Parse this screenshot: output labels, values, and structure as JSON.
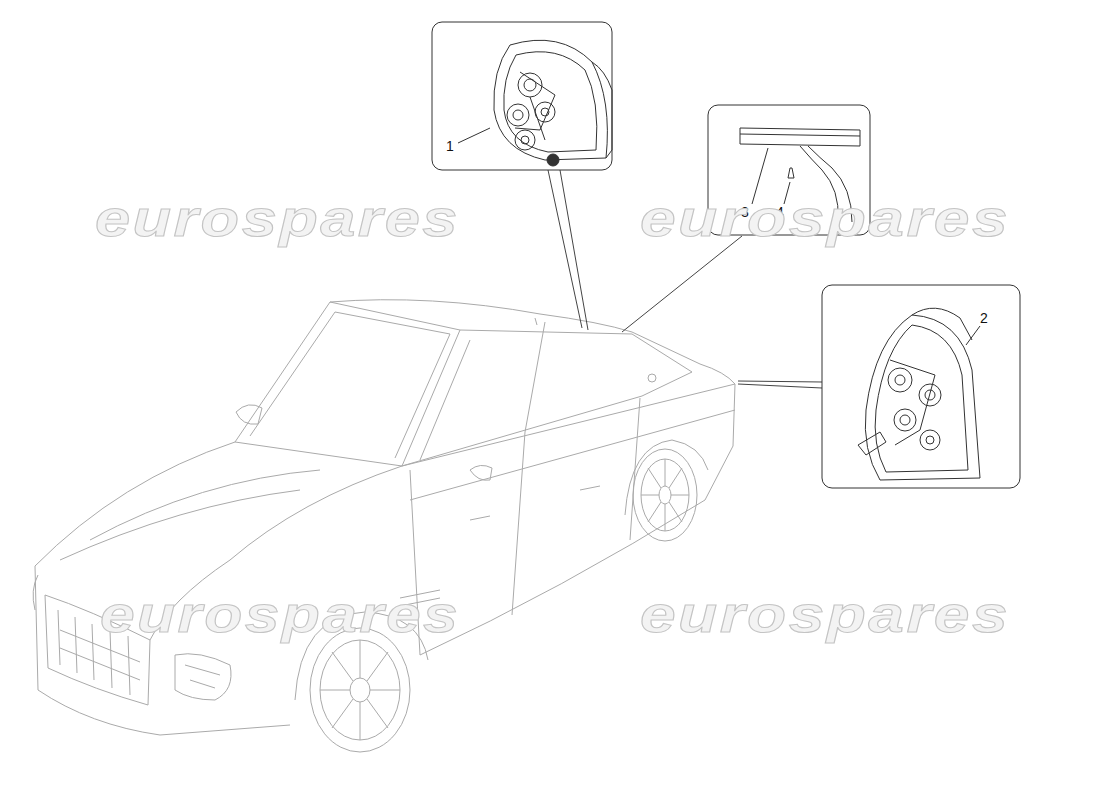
{
  "diagram": {
    "labels": [
      "1",
      "3",
      "4",
      "2",
      "eurospares",
      "eurospares",
      "eurospares",
      "eurospares"
    ]
  }
}
